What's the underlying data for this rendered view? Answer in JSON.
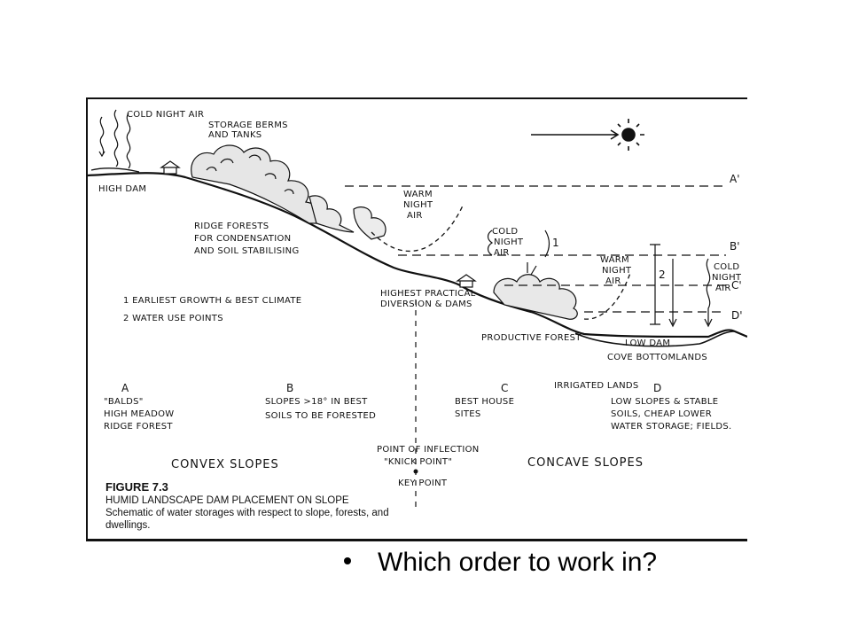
{
  "figure": {
    "labels": {
      "cold_night_air_top": "COLD NIGHT AIR",
      "storage_berms_1": "STORAGE BERMS",
      "storage_berms_2": "AND TANKS",
      "high_dam": "HIGH DAM",
      "warm_night_air_1_a": "WARM",
      "warm_night_air_1_b": "NIGHT",
      "warm_night_air_1_c": "AIR",
      "ridge_forests_1": "RIDGE FORESTS",
      "ridge_forests_2": "FOR CONDENSATION",
      "ridge_forests_3": "AND SOIL STABILISING",
      "cold_night_air_mid_a": "COLD",
      "cold_night_air_mid_b": "NIGHT",
      "cold_night_air_mid_c": "AIR",
      "num_1": "1",
      "num_2": "2",
      "warm_night_air_2_a": "WARM",
      "warm_night_air_2_b": "NIGHT",
      "warm_night_air_2_c": "AIR",
      "cold_night_air_right_a": "COLD",
      "cold_night_air_right_b": "NIGHT",
      "cold_night_air_right_c": "AIR",
      "line_a": "A'",
      "line_b": "B'",
      "line_c": "C'",
      "line_d": "D'",
      "legend_1": "1  EARLIEST GROWTH & BEST CLIMATE",
      "legend_2": "2  WATER USE POINTS",
      "highest_practical_1": "HIGHEST PRACTICAL",
      "highest_practical_2": "DIVERSION & DAMS",
      "productive_forest": "PRODUCTIVE FOREST",
      "low_dam": "LOW DAM",
      "cove_bottomlands": "COVE BOTTOMLANDS",
      "zone_a": "A",
      "zone_a_1": "\"BALDS\"",
      "zone_a_2": "HIGH MEADOW",
      "zone_a_3": "RIDGE FOREST",
      "zone_b": "B",
      "zone_b_1": "SLOPES >18° IN BEST",
      "zone_b_2": "SOILS TO BE FORESTED",
      "zone_c": "C",
      "zone_c_1": "BEST HOUSE",
      "zone_c_2": "SITES",
      "irrigated_lands": "IRRIGATED LANDS",
      "zone_d": "D",
      "zone_d_1": "LOW SLOPES & STABLE",
      "zone_d_2": "SOILS, CHEAP LOWER",
      "zone_d_3": "WATER STORAGE; FIELDS.",
      "inflection_1": "POINT OF INFLECTION",
      "inflection_2": "\"KNICK POINT\"",
      "key_point": "KEY POINT",
      "convex": "CONVEX   SLOPES",
      "concave": "CONCAVE    SLOPES"
    },
    "caption": {
      "title": "FIGURE 7.3",
      "subtitle": "HUMID LANDSCAPE DAM PLACEMENT ON SLOPE",
      "line1": "Schematic of water storages with respect to slope, forests, and",
      "line2": "dwellings."
    }
  },
  "bullet": {
    "text": "Which order to work in?"
  }
}
